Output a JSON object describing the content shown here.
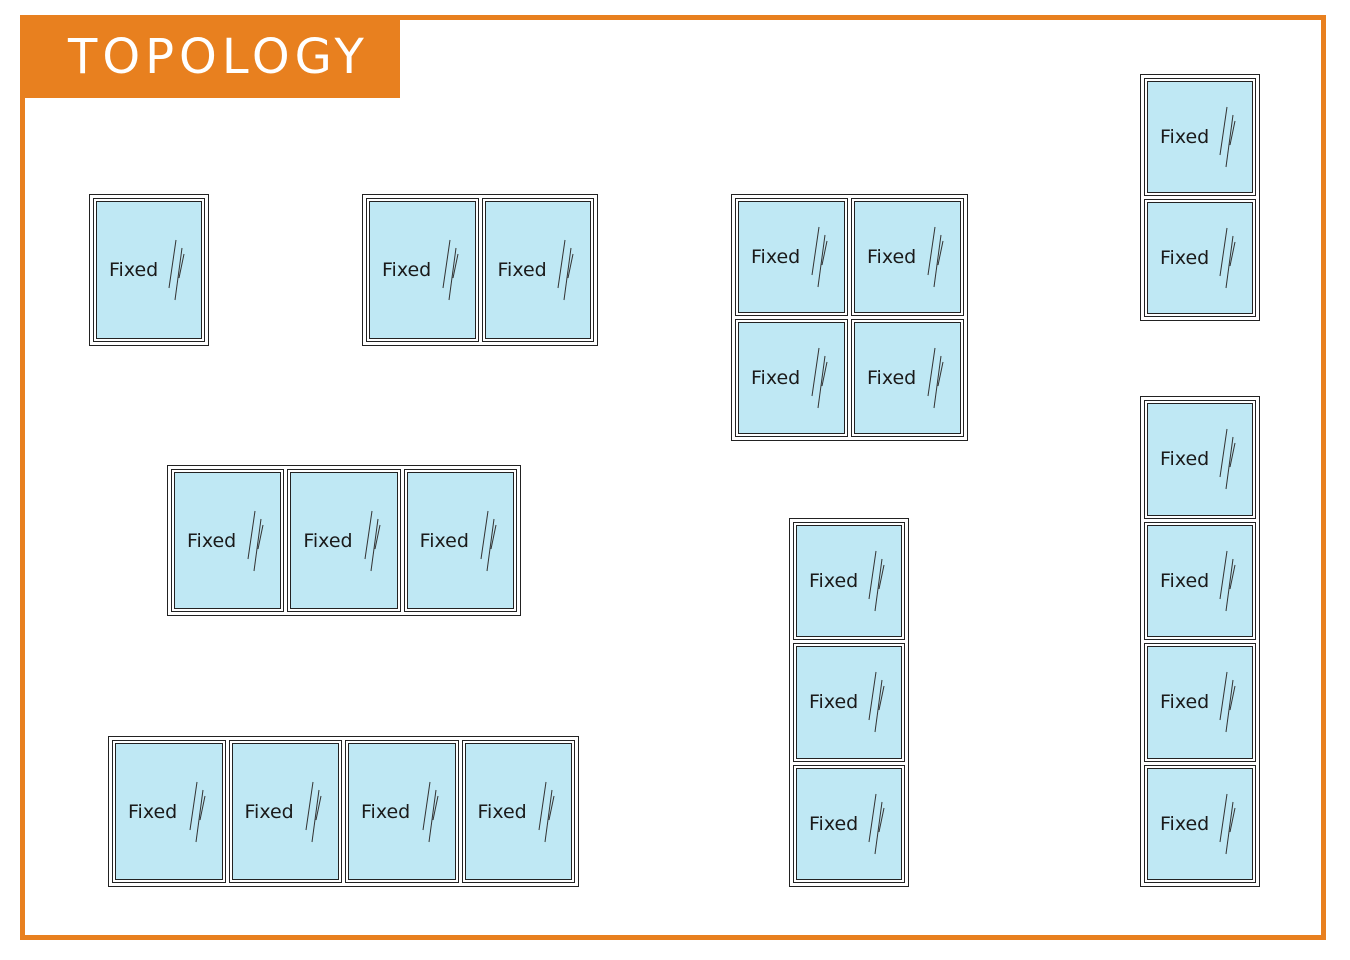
{
  "title": "TOPOLOGY",
  "colors": {
    "accent": "#e8801f",
    "glass": "#bfe8f4",
    "frame": "#222222"
  },
  "pane_label": "Fixed",
  "assemblies": [
    {
      "id": "1x1",
      "cols": 1,
      "rows": 1
    },
    {
      "id": "2x1",
      "cols": 2,
      "rows": 1
    },
    {
      "id": "2x2",
      "cols": 2,
      "rows": 2
    },
    {
      "id": "1x2-right",
      "cols": 1,
      "rows": 2
    },
    {
      "id": "3x1",
      "cols": 3,
      "rows": 1
    },
    {
      "id": "1x3",
      "cols": 1,
      "rows": 3
    },
    {
      "id": "1x4",
      "cols": 1,
      "rows": 4
    },
    {
      "id": "4x1",
      "cols": 4,
      "rows": 1
    }
  ]
}
